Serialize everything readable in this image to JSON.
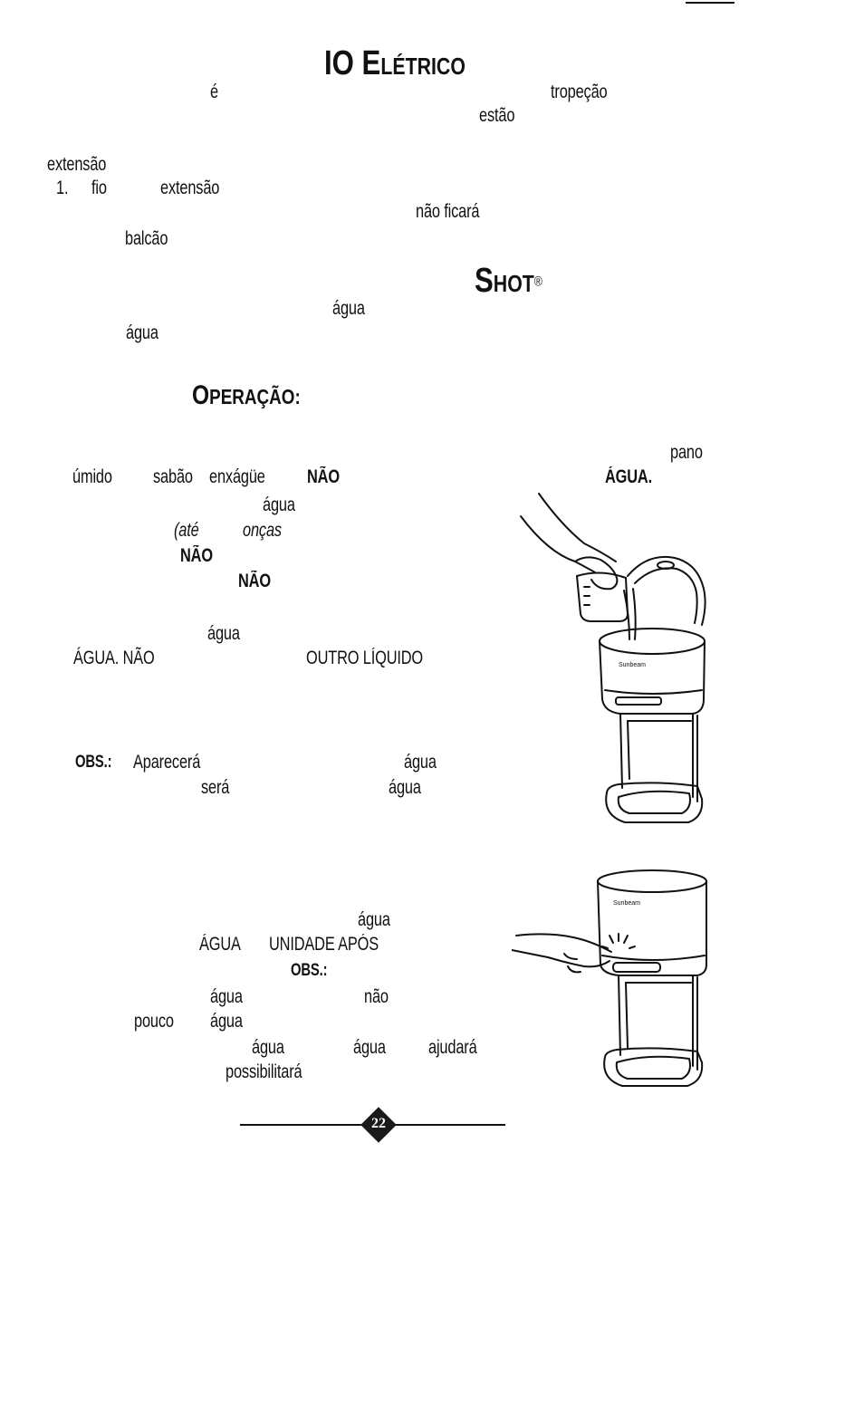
{
  "header": {
    "title_big": "IO E",
    "title_small": "LÉTRICO",
    "shot_big": "S",
    "shot_small": "HOT",
    "shot_reg": "®",
    "operacao_big": "O",
    "operacao_small": "PERAÇÃO:"
  },
  "fragments": {
    "e_accent": "é",
    "tropecao": "tropeção",
    "estao": "estão",
    "extensao1": "extensão",
    "item_num": "1.",
    "fio": "fio",
    "extensao2": "extensão",
    "nao_ficara": "não ficará",
    "balcao": "balcão",
    "agua1": "água",
    "agua2": "água",
    "pano": "pano",
    "umido": "úmido",
    "sabao": "sabão",
    "enxague": "enxágüe",
    "nao_bold1": "NÃO",
    "agua_bold": "ÁGUA.",
    "agua3": "água",
    "ate": "(até",
    "oncas": "onças",
    "nao_bold2": "NÃO",
    "nao_bold3": "NÃO",
    "agua4": "água",
    "agua_nao": "ÁGUA. NÃO",
    "outro_liquido": "OUTRO LÍQUIDO",
    "obs1_label": "OBS.:",
    "aparecera": "Aparecerá",
    "agua5": "água",
    "sera": "será",
    "agua6": "água",
    "agua7": "água",
    "agua_caps": "ÁGUA",
    "unidade_apos": "UNIDADE APÓS",
    "obs2_label": "OBS.:",
    "agua8": "água",
    "nao2": "não",
    "pouco": "pouco",
    "agua9": "água",
    "agua10": "água",
    "agua11": "água",
    "ajudara": "ajudará",
    "possibilitara": "possibilitará"
  },
  "footer": {
    "page_number": "22"
  },
  "colors": {
    "ink": "#111111",
    "badge": "#1a1a1a"
  }
}
